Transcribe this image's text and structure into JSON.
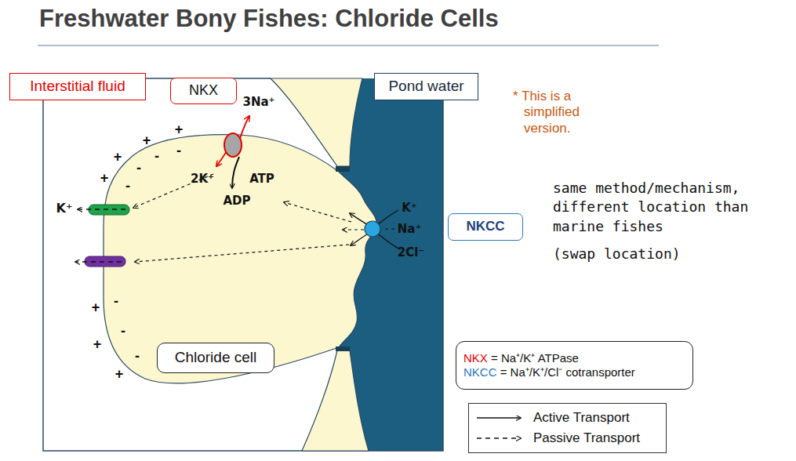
{
  "diagram": {
    "title": "Freshwater Bony Fishes: Chloride Cells",
    "nodes": [
      {
        "text": [
          "Interstitial fluid"
        ]
      },
      {
        "text": [
          "NKX"
        ]
      },
      {
        "text": [
          "Pond water"
        ]
      },
      {
        "text": [
          "NKCC"
        ]
      },
      {
        "text": [
          "Chloride cell"
        ]
      },
      {
        "text": [
          "NKX = Na⁺/K⁺ ATPase",
          "NKCC = Na⁺/K⁺/Cl⁻ cotransporter"
        ]
      }
    ],
    "labels": [
      "3Na⁺",
      "2K⁺",
      "ATP",
      "ADP",
      "K⁺",
      "K⁺",
      "Na⁺",
      "2Cl⁻",
      "+",
      "+",
      "-",
      "-",
      "+",
      "-",
      "+",
      "-",
      "-",
      "+",
      "-",
      "+",
      "-",
      "+",
      "* This is a simplified version.",
      "same method/mechanism, different location than marine fishes",
      "(swap location)"
    ],
    "legend": [
      {
        "text": "Active Transport"
      },
      {
        "text": "Passive Transport"
      }
    ]
  }
}
